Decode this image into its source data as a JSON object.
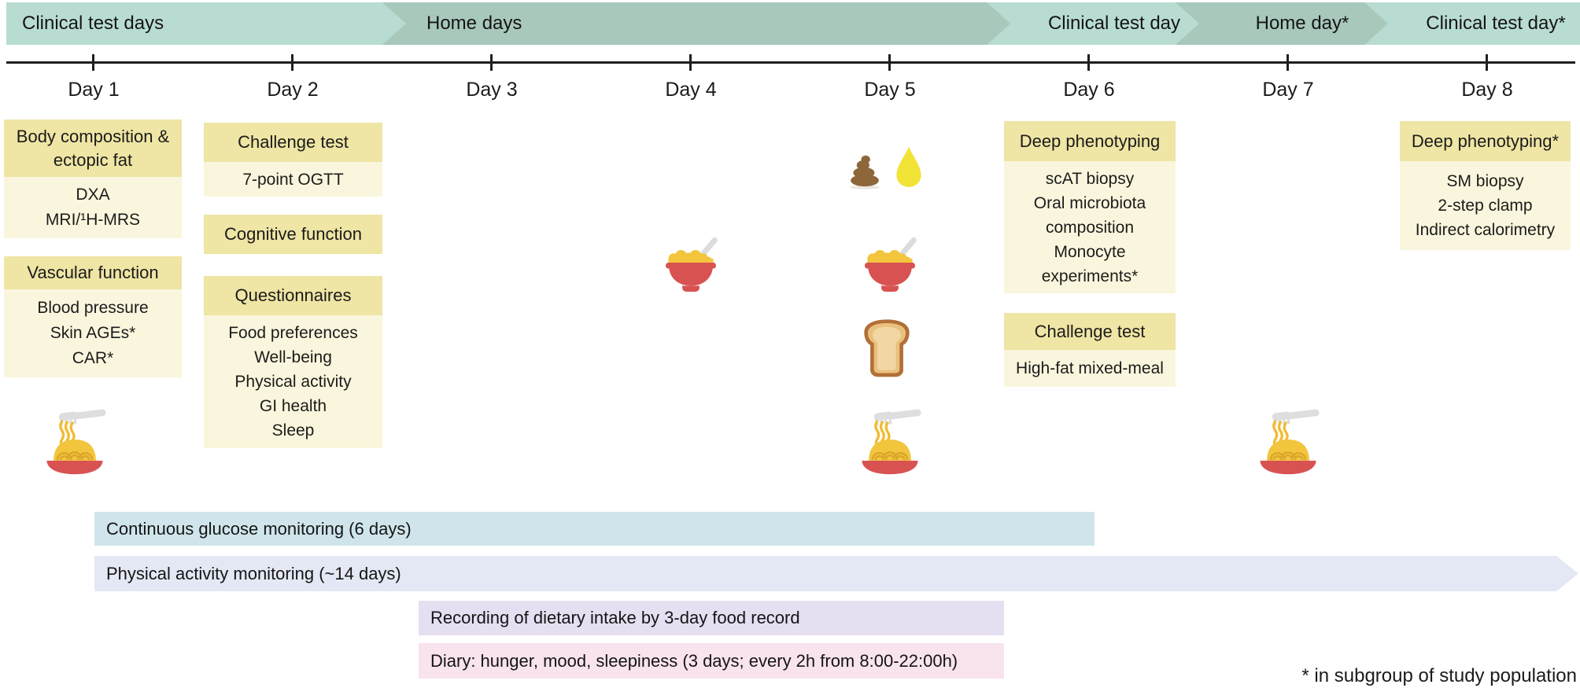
{
  "banners": [
    {
      "label": "Clinical test days",
      "tone": "light-teal"
    },
    {
      "label": "Home days",
      "tone": "dark-teal"
    },
    {
      "label": "Clinical test day",
      "tone": "light-teal"
    },
    {
      "label": "Home day*",
      "tone": "dark-teal"
    },
    {
      "label": "Clinical test day*",
      "tone": "light-teal"
    }
  ],
  "timeline": {
    "day_labels": [
      "Day 1",
      "Day 2",
      "Day 3",
      "Day 4",
      "Day 5",
      "Day 6",
      "Day 7",
      "Day 8"
    ]
  },
  "cards": {
    "day1": [
      {
        "header": "Body composition & ectopic fat",
        "items": [
          "DXA",
          "MRI/¹H-MRS"
        ]
      },
      {
        "header": "Vascular function",
        "items": [
          "Blood pressure",
          "Skin AGEs*",
          "CAR*"
        ]
      }
    ],
    "day2": [
      {
        "header": "Challenge test",
        "items": [
          "7-point OGTT"
        ]
      },
      {
        "header": "Cognitive function",
        "items": []
      },
      {
        "header": "Questionnaires",
        "items": [
          "Food preferences",
          "Well-being",
          "Physical activity",
          "GI health",
          "Sleep"
        ]
      }
    ],
    "day6": [
      {
        "header": "Deep phenotyping",
        "items": [
          "scAT biopsy",
          "Oral microbiota composition",
          "Monocyte experiments*"
        ]
      },
      {
        "header": "Challenge test",
        "items": [
          "High-fat mixed-meal"
        ]
      }
    ],
    "day8": [
      {
        "header": "Deep phenotyping*",
        "items": [
          "SM biopsy",
          "2-step clamp",
          "Indirect calorimetry"
        ]
      }
    ]
  },
  "icons": {
    "day1": [
      "spaghetti-plate-icon"
    ],
    "day4": [
      "porridge-bowl-icon"
    ],
    "day5": [
      "stool-sample-icon",
      "oil-droplet-icon",
      "porridge-bowl-icon",
      "bread-slice-icon",
      "spaghetti-plate-icon"
    ],
    "day7": [
      "spaghetti-plate-icon"
    ]
  },
  "bars": [
    {
      "label": "Continuous glucose monitoring (6 days)",
      "color": "#cfe5eb"
    },
    {
      "label": "Physical activity monitoring (~14 days)",
      "color": "#e4e8f4"
    },
    {
      "label": "Recording of dietary intake by 3-day food record",
      "color": "#e5dff1"
    },
    {
      "label": "Diary: hunger, mood, sleepiness (3 days; every 2h from 8:00-22:00h)",
      "color": "#f8e3ee"
    }
  ],
  "footnote": "* in subgroup of study population",
  "colors": {
    "banner_light_teal": "#b8dcd2",
    "banner_dark_teal": "#a7c8bb",
    "card_header_yellow": "#efe5a4",
    "card_body_yellow": "#faf6dd",
    "timeline_black": "#1f1f1f",
    "plate_red": "#d85252",
    "pasta_yellow": "#f2c53d",
    "poop_brown": "#8d6639",
    "droplet_yellow": "#f2e337",
    "bread_crust": "#b26f37"
  }
}
